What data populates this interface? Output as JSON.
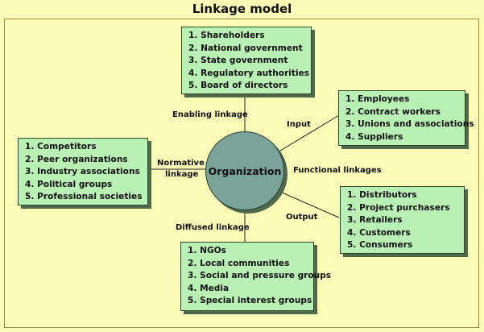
{
  "title": "Linkage model",
  "center": "Organization",
  "labels": {
    "enabling": "Enabling linkage",
    "input": "Input",
    "normative_line1": "Normative",
    "normative_line2": "linkage",
    "functional": "Functional linkages",
    "output": "Output",
    "diffused": "Diffused linkage"
  },
  "boxes": {
    "enabling": [
      "1. Shareholders",
      "2. National government",
      "3. State government",
      "4. Regulatory authorities",
      "5. Board of directors"
    ],
    "input": [
      "1. Employees",
      "2. Contract workers",
      "3. Unions and associations",
      "4. Suppliers"
    ],
    "normative": [
      "1. Competitors",
      "2. Peer organizations",
      "3. Industry associations",
      "4. Political groups",
      "5. Professional societies"
    ],
    "output": [
      "1. Distributors",
      "2. Project purchasers",
      "3. Retailers",
      "4. Customers",
      "5. Consumers"
    ],
    "diffused": [
      "1. NGOs",
      "2. Local communities",
      "3. Social and pressure groups",
      "4. Media",
      "5. Special interest groups"
    ]
  },
  "colors": {
    "background": "#fbfbb8",
    "box_fill": "#b9f0b4",
    "center_fill": "#7aa39a"
  }
}
